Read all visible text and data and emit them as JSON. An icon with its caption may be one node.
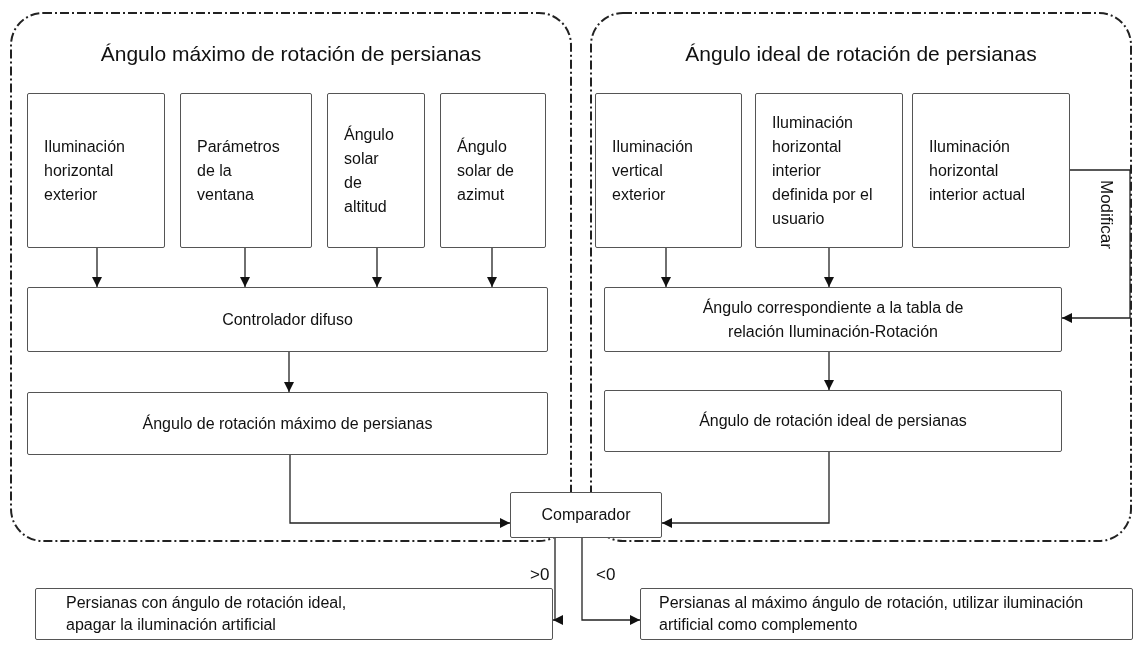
{
  "diagram": {
    "nodes": [
      {
        "text": [
          "Ángulo máximo de rotación de persianas"
        ]
      },
      {
        "text": [
          "Iluminación horizontal exterior"
        ],
        "in": 0
      },
      {
        "text": [
          "Parámetros de la ventana"
        ],
        "in": 0
      },
      {
        "text": [
          "Ángulo solar de altitud"
        ],
        "in": 0
      },
      {
        "text": [
          "Ángulo solar de azimut"
        ],
        "in": 0
      },
      {
        "text": [
          "Controlador difuso"
        ],
        "in": 0
      },
      {
        "text": [
          "Ángulo de rotación máximo de persianas"
        ],
        "in": 0
      },
      {
        "text": [
          "Ángulo ideal de rotación de persianas"
        ]
      },
      {
        "text": [
          "Iluminación vertical exterior"
        ],
        "in": 7
      },
      {
        "text": [
          "Iluminación horizontal interior definida por el usuario"
        ],
        "in": 7
      },
      {
        "text": [
          "Iluminación horizontal interior actual"
        ],
        "in": 7
      },
      {
        "text": [
          "Ángulo correspondiente a la tabla de relación Iluminación-Rotación"
        ],
        "in": 7
      },
      {
        "text": [
          "Ángulo de rotación ideal de persianas"
        ],
        "in": 7
      },
      {
        "text": [
          "Comparador"
        ]
      },
      {
        "text": [
          "Persianas con ángulo de rotación ideal, apagar la iluminación artificial"
        ]
      },
      {
        "text": [
          "Persianas al máximo ángulo de rotación, utilizar iluminación artificial como complemento"
        ]
      }
    ],
    "edges": [
      {
        "from": 1,
        "to": 5,
        "arrow": "to"
      },
      {
        "from": 2,
        "to": 5,
        "arrow": "to"
      },
      {
        "from": 3,
        "to": 5,
        "arrow": "to"
      },
      {
        "from": 4,
        "to": 5,
        "arrow": "to"
      },
      {
        "from": 5,
        "to": 6,
        "arrow": "to"
      },
      {
        "from": 8,
        "to": 11,
        "arrow": "to"
      },
      {
        "from": 9,
        "to": 11,
        "arrow": "to"
      },
      {
        "from": 10,
        "to": 11,
        "arrow": "to",
        "label": "Modificar"
      },
      {
        "from": 11,
        "to": 12,
        "arrow": "to"
      },
      {
        "from": 6,
        "to": 13,
        "arrow": "to"
      },
      {
        "from": 12,
        "to": 13,
        "arrow": "to"
      },
      {
        "from": 13,
        "to": 14,
        "arrow": "to",
        "label": ">0"
      },
      {
        "from": 13,
        "to": 15,
        "arrow": "to",
        "label": "<0"
      }
    ]
  }
}
